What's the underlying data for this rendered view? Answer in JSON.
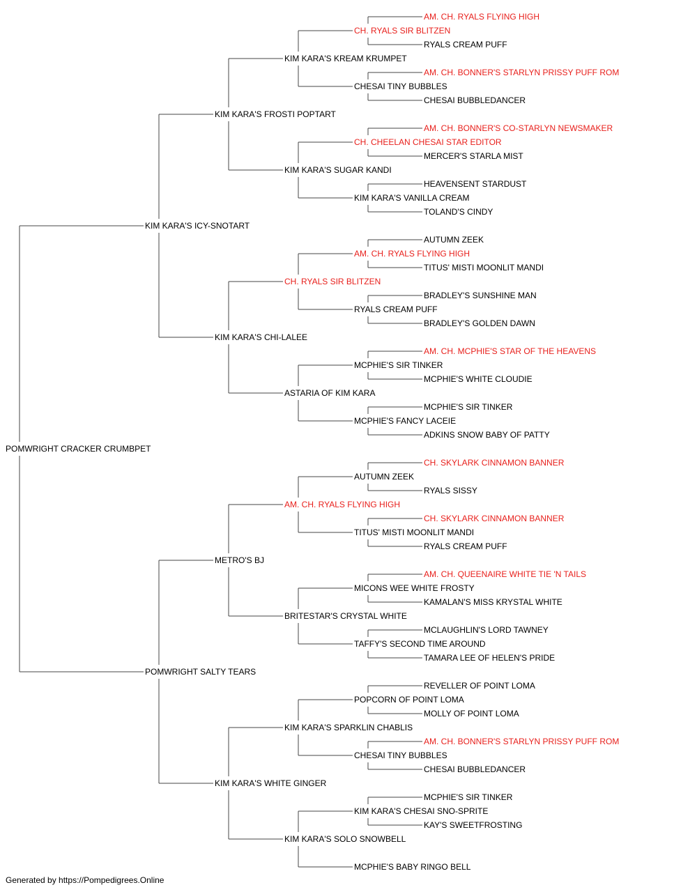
{
  "colors": {
    "normal": "#000000",
    "champion": "#e8201c",
    "line": "#444444"
  },
  "pedigree": {
    "name": "POMWRIGHT CRACKER CRUMBPET",
    "champion": false,
    "sire": {
      "name": "KIM KARA'S ICY-SNOTART",
      "champion": false,
      "sire": {
        "name": "KIM KARA'S FROSTI POPTART",
        "champion": false,
        "sire": {
          "name": "KIM KARA'S KREAM KRUMPET",
          "champion": false,
          "sire": {
            "name": "CH. RYALS SIR BLITZEN",
            "champion": true,
            "sire": {
              "name": "AM. CH. RYALS FLYING HIGH",
              "champion": true
            },
            "dam": {
              "name": "RYALS CREAM PUFF",
              "champion": false
            }
          },
          "dam": {
            "name": "CHESAI TINY BUBBLES",
            "champion": false,
            "sire": {
              "name": "AM. CH. BONNER'S STARLYN PRISSY PUFF ROM",
              "champion": true
            },
            "dam": {
              "name": "CHESAI BUBBLEDANCER",
              "champion": false
            }
          }
        },
        "dam": {
          "name": "KIM KARA'S SUGAR KANDI",
          "champion": false,
          "sire": {
            "name": "CH. CHEELAN CHESAI STAR EDITOR",
            "champion": true,
            "sire": {
              "name": "AM. CH. BONNER'S CO-STARLYN NEWSMAKER",
              "champion": true
            },
            "dam": {
              "name": "MERCER'S STARLA MIST",
              "champion": false
            }
          },
          "dam": {
            "name": "KIM KARA'S VANILLA CREAM",
            "champion": false,
            "sire": {
              "name": "HEAVENSENT STARDUST",
              "champion": false
            },
            "dam": {
              "name": "TOLAND'S CINDY",
              "champion": false
            }
          }
        }
      },
      "dam": {
        "name": "KIM KARA'S CHI-LALEE",
        "champion": false,
        "sire": {
          "name": "CH. RYALS SIR BLITZEN",
          "champion": true,
          "sire": {
            "name": "AM. CH. RYALS FLYING HIGH",
            "champion": true,
            "sire": {
              "name": "AUTUMN ZEEK",
              "champion": false
            },
            "dam": {
              "name": "TITUS' MISTI MOONLIT MANDI",
              "champion": false
            }
          },
          "dam": {
            "name": "RYALS CREAM PUFF",
            "champion": false,
            "sire": {
              "name": "BRADLEY'S SUNSHINE MAN",
              "champion": false
            },
            "dam": {
              "name": "BRADLEY'S GOLDEN DAWN",
              "champion": false
            }
          }
        },
        "dam": {
          "name": "ASTARIA OF KIM KARA",
          "champion": false,
          "sire": {
            "name": "MCPHIE'S SIR TINKER",
            "champion": false,
            "sire": {
              "name": "AM. CH. MCPHIE'S STAR OF THE HEAVENS",
              "champion": true
            },
            "dam": {
              "name": "MCPHIE'S WHITE CLOUDIE",
              "champion": false
            }
          },
          "dam": {
            "name": "MCPHIE'S FANCY LACEIE",
            "champion": false,
            "sire": {
              "name": "MCPHIE'S SIR TINKER",
              "champion": false
            },
            "dam": {
              "name": "ADKINS SNOW BABY OF PATTY",
              "champion": false
            }
          }
        }
      }
    },
    "dam": {
      "name": "POMWRIGHT SALTY TEARS",
      "champion": false,
      "sire": {
        "name": "METRO'S BJ",
        "champion": false,
        "sire": {
          "name": "AM. CH. RYALS FLYING HIGH",
          "champion": true,
          "sire": {
            "name": "AUTUMN ZEEK",
            "champion": false,
            "sire": {
              "name": "CH. SKYLARK CINNAMON BANNER",
              "champion": true
            },
            "dam": {
              "name": "RYALS SISSY",
              "champion": false
            }
          },
          "dam": {
            "name": "TITUS' MISTI MOONLIT MANDI",
            "champion": false,
            "sire": {
              "name": "CH. SKYLARK CINNAMON BANNER",
              "champion": true
            },
            "dam": {
              "name": "RYALS CREAM PUFF",
              "champion": false
            }
          }
        },
        "dam": {
          "name": "BRITESTAR'S CRYSTAL WHITE",
          "champion": false,
          "sire": {
            "name": "MICONS WEE WHITE FROSTY",
            "champion": false,
            "sire": {
              "name": "AM. CH. QUEENAIRE WHITE TIE 'N TAILS",
              "champion": true
            },
            "dam": {
              "name": "KAMALAN'S MISS KRYSTAL WHITE",
              "champion": false
            }
          },
          "dam": {
            "name": "TAFFY'S SECOND TIME AROUND",
            "champion": false,
            "sire": {
              "name": "MCLAUGHLIN'S LORD TAWNEY",
              "champion": false
            },
            "dam": {
              "name": "TAMARA LEE OF HELEN'S PRIDE",
              "champion": false
            }
          }
        }
      },
      "dam": {
        "name": "KIM KARA'S WHITE GINGER",
        "champion": false,
        "sire": {
          "name": "KIM KARA'S SPARKLIN CHABLIS",
          "champion": false,
          "sire": {
            "name": "POPCORN OF POINT LOMA",
            "champion": false,
            "sire": {
              "name": "REVELLER OF POINT LOMA",
              "champion": false
            },
            "dam": {
              "name": "MOLLY OF POINT LOMA",
              "champion": false
            }
          },
          "dam": {
            "name": "CHESAI TINY BUBBLES",
            "champion": false,
            "sire": {
              "name": "AM. CH. BONNER'S STARLYN PRISSY PUFF ROM",
              "champion": true
            },
            "dam": {
              "name": "CHESAI BUBBLEDANCER",
              "champion": false
            }
          }
        },
        "dam": {
          "name": "KIM KARA'S SOLO SNOWBELL",
          "champion": false,
          "sire": {
            "name": "KIM KARA'S CHESAI SNO-SPRITE",
            "champion": false,
            "sire": {
              "name": "MCPHIE'S SIR TINKER",
              "champion": false
            },
            "dam": {
              "name": "KAY'S SWEETFROSTING",
              "champion": false
            }
          },
          "dam": {
            "name": "MCPHIE'S BABY RINGO BELL",
            "champion": false
          }
        }
      }
    }
  },
  "footer": "Generated by https://Pompedigrees.Online"
}
